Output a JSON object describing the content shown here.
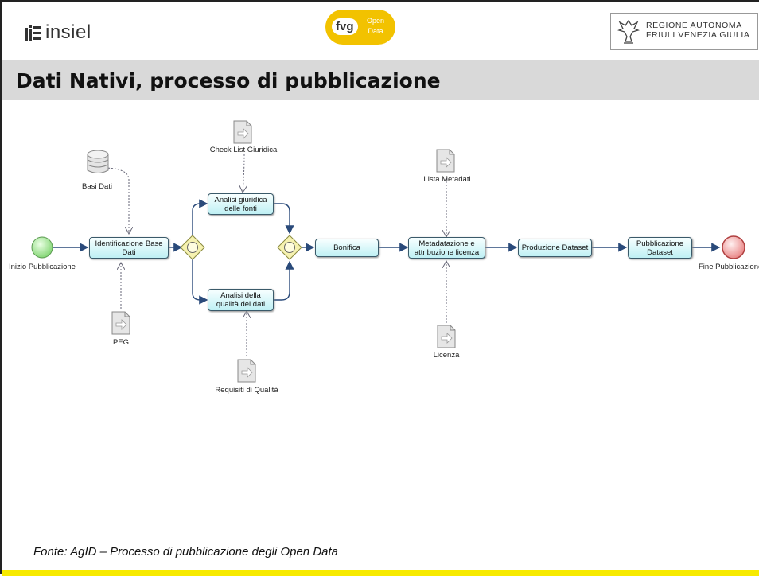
{
  "header": {
    "insiel_logo_text": "insiel",
    "fvg_logo_text": "fvg",
    "fvg_open_text": "Open",
    "fvg_data_text": "Data",
    "regione_line1": "REGIONE AUTONOMA",
    "regione_line2": "FRIULI VENEZIA GIULIA"
  },
  "slide": {
    "title": "Dati Nativi, processo di pubblicazione",
    "source": "Fonte: AgID – Processo  di pubblicazione degli Open Data"
  },
  "diagram": {
    "start_event": "Inizio Pubblicazione",
    "end_event": "Fine Pubblicazione",
    "tasks": {
      "identificazione": "Identificazione Base Dati",
      "analisi_giuridica": "Analisi giuridica delle fonti",
      "analisi_qualita": "Analisi della qualità dei dati",
      "bonifica": "Bonifica",
      "metadatazione": "Metadatazione e attribuzione licenza",
      "produzione": "Produzione Dataset",
      "pubblicazione": "Pubblicazione Dataset"
    },
    "artifacts": {
      "basi_dati": "Basi Dati",
      "peg": "PEG",
      "check_list": "Check List Giuridica",
      "requisiti": "Requisiti di Qualità",
      "lista_metadati": "Lista Metadati",
      "licenza": "Licenza"
    }
  },
  "colors": {
    "title_band": "#d9d9d9",
    "bottom_bar": "#f7ea00",
    "start_event": "#a6e89a",
    "end_event": "#f4a0a0",
    "task_fill": "#bff0f4",
    "gateway_fill": "#f6f2b0"
  }
}
